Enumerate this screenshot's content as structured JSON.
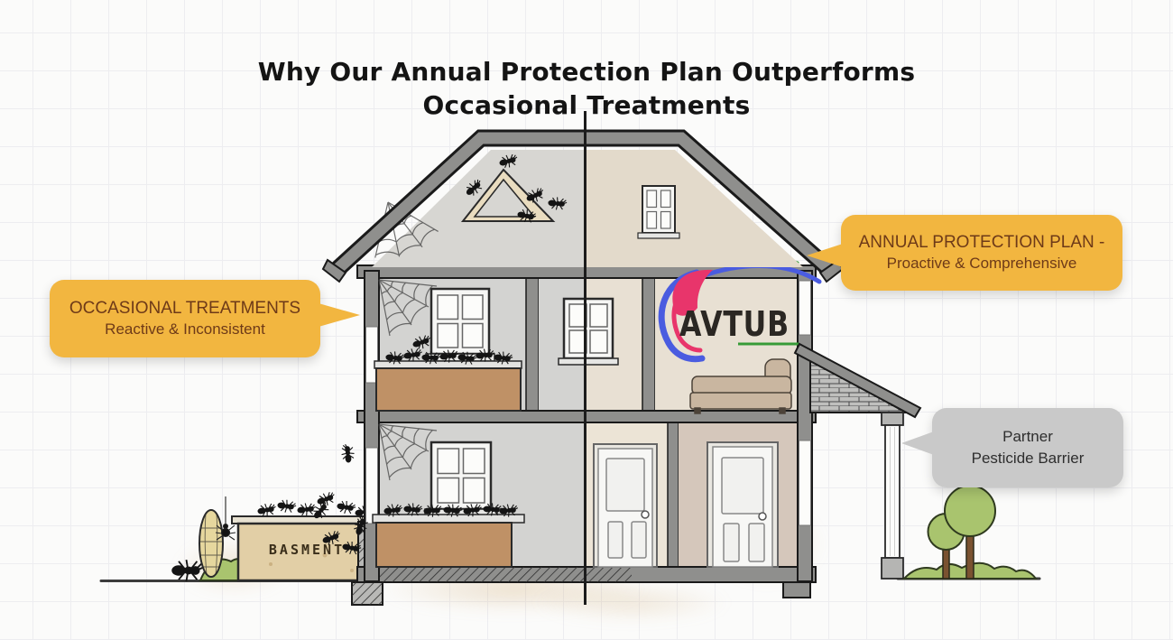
{
  "title": {
    "line1": "Why Our Annual Protection Plan Outperforms",
    "line2": "Occasional Treatments"
  },
  "callouts": {
    "occasional": {
      "title": "OCCASIONAL TREATMENTS",
      "subtitle": "Reactive & Inconsistent"
    },
    "annual": {
      "title": "ANNUAL PROTECTION PLAN -",
      "subtitle": "Proactive & Comprehensive"
    },
    "barrier": {
      "title": "Partner",
      "subtitle": "Pesticide Barrier"
    }
  },
  "house": {
    "basement_label": "BASMENT",
    "brand_logo": "AVTUB"
  },
  "colors": {
    "title-color": "#141414",
    "callout-yellow": "#F2B640",
    "callout-yellow-text": "#6E3A18",
    "callout-gray": "#C9C9C9",
    "callout-gray-text": "#2E2E2E",
    "structure-gray": "#8F8F8D",
    "outline-dark": "#1A1A1A",
    "room-gray": "#D3D3D1",
    "room-beige": "#E8E0D3",
    "room-cream": "#ECE4D6",
    "room-taupe": "#D5C7BB",
    "attic-left": "#D7D6D2",
    "attic-right": "#E3DACB",
    "planter-brown": "#BF9166",
    "basement-tan": "#E2CFA6",
    "couch-tan": "#C9B6A0",
    "tree-green": "#A9C46E",
    "logo-blue": "#4A5CE0",
    "logo-pink": "#E8356B",
    "logo-green": "#379B37",
    "logo-text": "#2B2723"
  }
}
